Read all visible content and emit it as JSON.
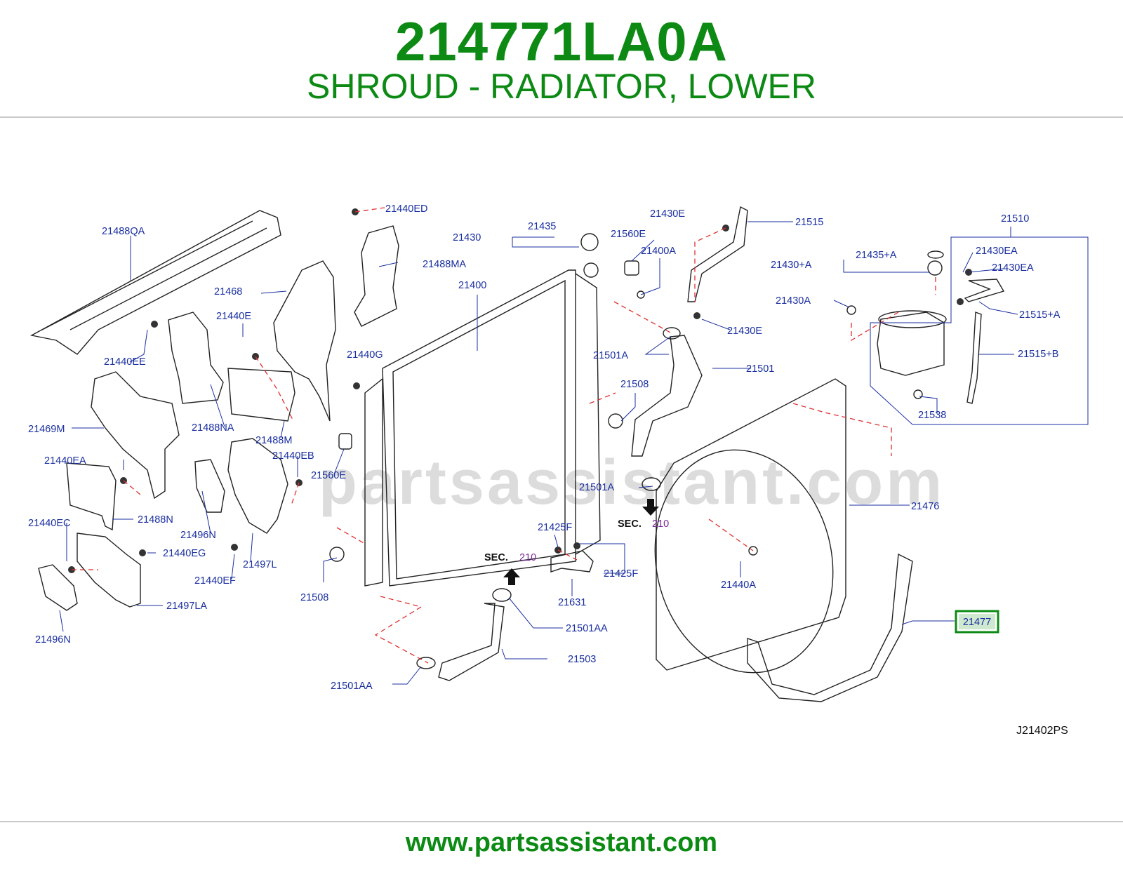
{
  "header": {
    "part_number": "214771LA0A",
    "part_name": "SHROUD - RADIATOR, LOWER"
  },
  "footer": {
    "url": "www.partsassistant.com"
  },
  "diagram": {
    "watermark": "partsassistant.com",
    "drawing_code": "J21402PS",
    "highlighted_part": "21477",
    "sec_prefix": "SEC.",
    "sec_number": "210",
    "labels": [
      "21488QA",
      "21440ED",
      "21488MA",
      "21468",
      "21440E",
      "21440EE",
      "21488NA",
      "21488M",
      "21469M",
      "21440EA",
      "21440EB",
      "21488N",
      "21496N",
      "21560E",
      "21440EC",
      "21440EG",
      "21497L",
      "21440EF",
      "21497LA",
      "21496N",
      "21430",
      "21435",
      "21560E",
      "21400A",
      "21400",
      "21430E",
      "21515",
      "21440G",
      "21430E",
      "21501A",
      "21501",
      "21508",
      "21501A",
      "21508",
      "21425F",
      "21425F",
      "21631",
      "21501AA",
      "21503",
      "21501AA",
      "21510",
      "21435+A",
      "21430EA",
      "21430+A",
      "21430EA",
      "21430A",
      "21515+A",
      "21515+B",
      "21538",
      "21476",
      "21440A",
      "21477"
    ]
  },
  "colors": {
    "brand_green": "#0c8a14",
    "label_blue": "#1a2fa0",
    "leader_red": "#e03030",
    "sec_purple": "#7a2a9a"
  }
}
